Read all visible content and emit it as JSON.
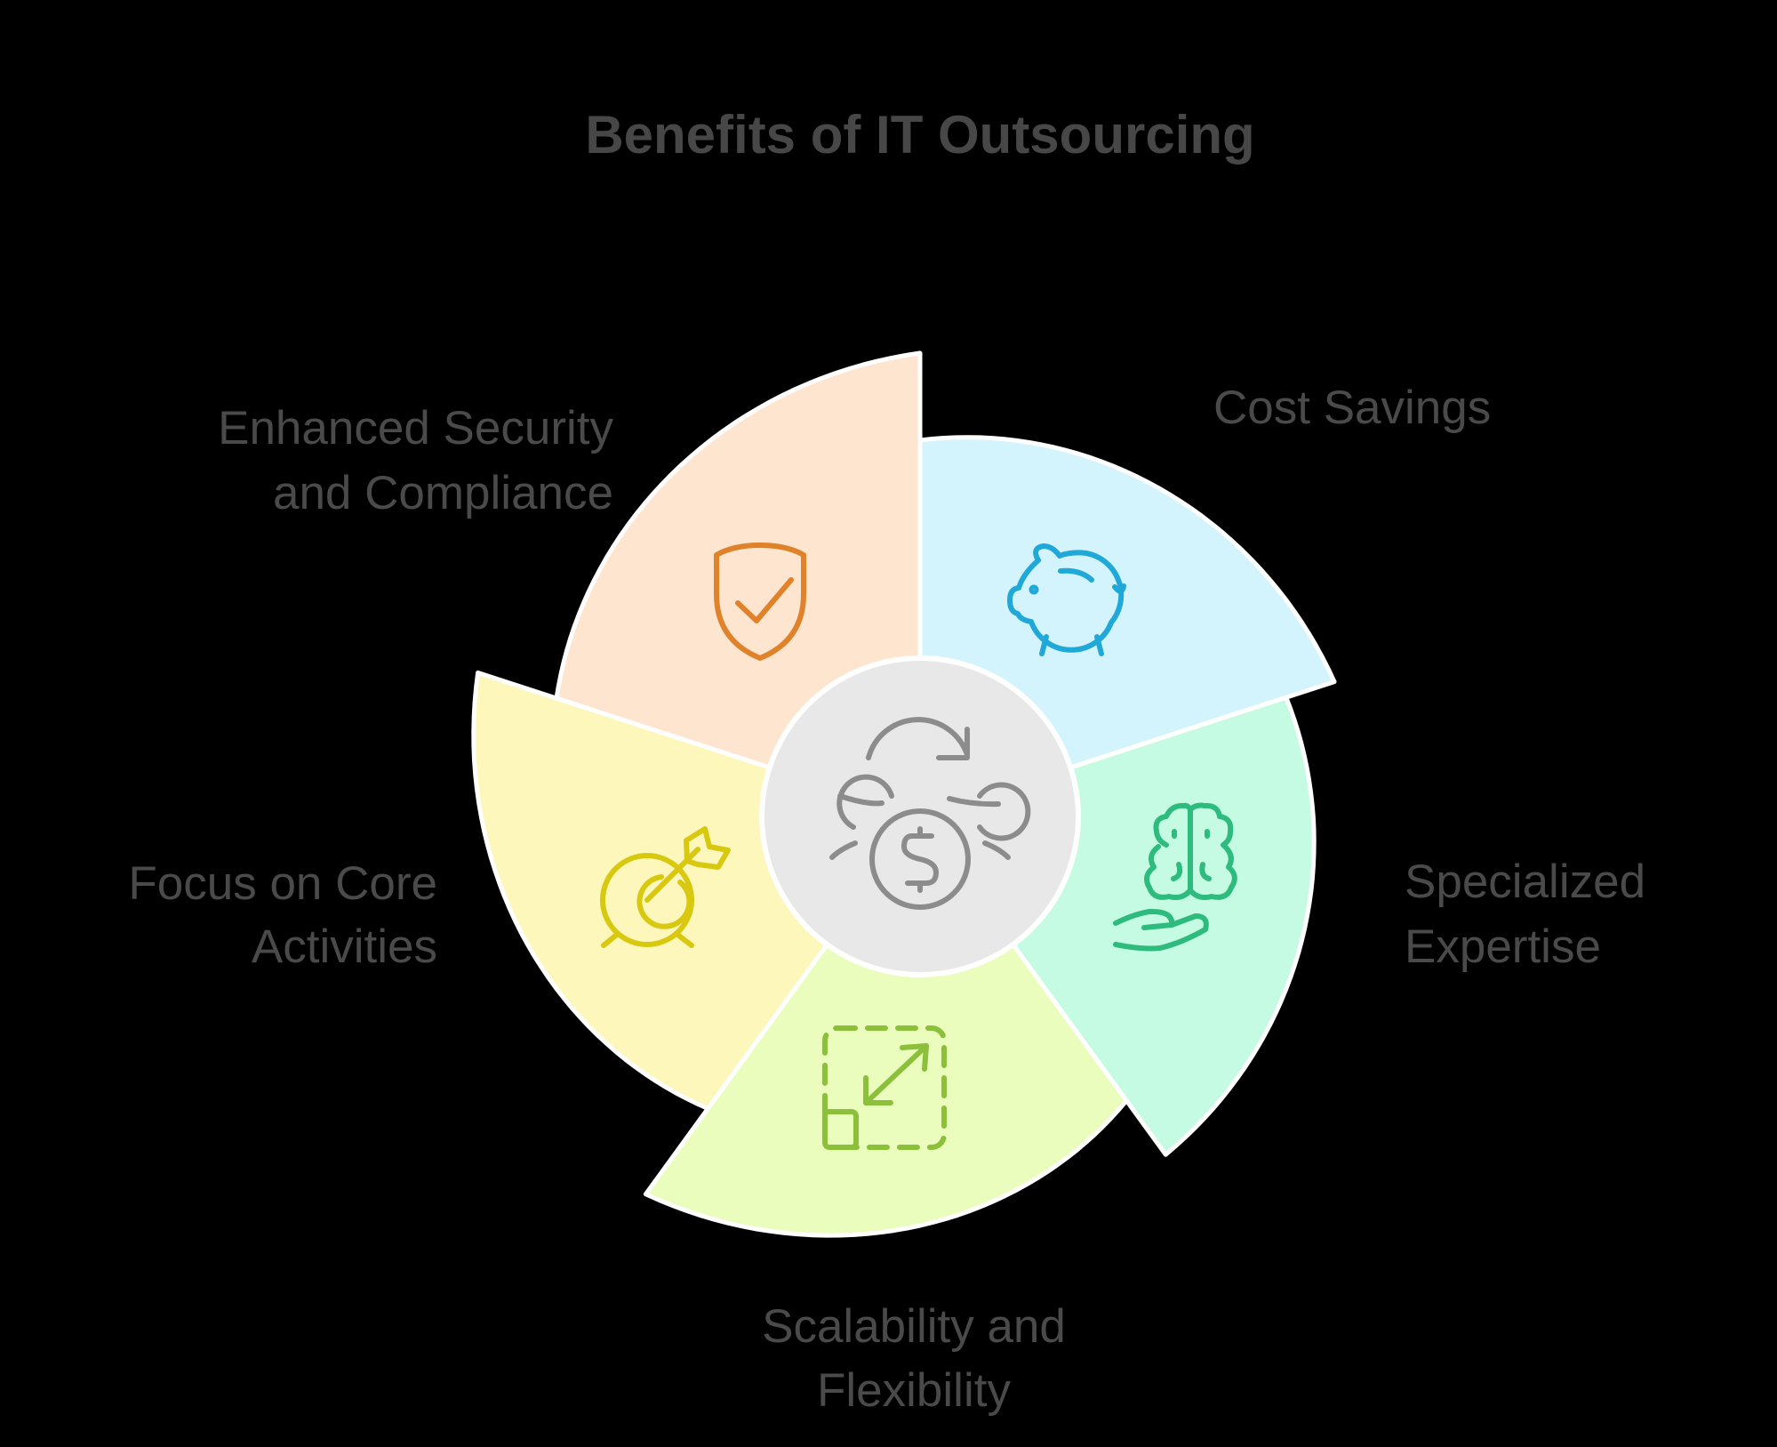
{
  "title": "Benefits of IT Outsourcing",
  "hub": {
    "icon": "money-cycle-icon",
    "fill": "#e8e8e8",
    "stroke": "#8c8c8c"
  },
  "segments": [
    {
      "id": "cost-savings",
      "label_lines": [
        "Cost Savings"
      ],
      "icon": "piggy-bank-icon",
      "fill": "#d3f3fd",
      "icon_color": "#1fa8d8"
    },
    {
      "id": "specialized-expertise",
      "label_lines": [
        "Specialized",
        "Expertise"
      ],
      "icon": "brain-in-hand-icon",
      "fill": "#c5fbe2",
      "icon_color": "#2dbb7e"
    },
    {
      "id": "scalability-flexibility",
      "label_lines": [
        "Scalability and",
        "Flexibility"
      ],
      "icon": "resize-arrows-icon",
      "fill": "#eafdbd",
      "icon_color": "#8cbf3a"
    },
    {
      "id": "focus-core-activities",
      "label_lines": [
        "Focus on Core",
        "Activities"
      ],
      "icon": "target-arrow-icon",
      "fill": "#fef7bc",
      "icon_color": "#d8c810"
    },
    {
      "id": "security-compliance",
      "label_lines": [
        "Enhanced Security",
        "and Compliance"
      ],
      "icon": "shield-check-icon",
      "fill": "#fde5d0",
      "icon_color": "#e0822a"
    }
  ],
  "chart_data": {
    "type": "diagram",
    "layout": "spiral-pie",
    "title": "Benefits of IT Outsourcing",
    "center": "IT Outsourcing (money cycle)",
    "items": [
      "Cost Savings",
      "Specialized Expertise",
      "Scalability and Flexibility",
      "Focus on Core Activities",
      "Enhanced Security and Compliance"
    ]
  }
}
